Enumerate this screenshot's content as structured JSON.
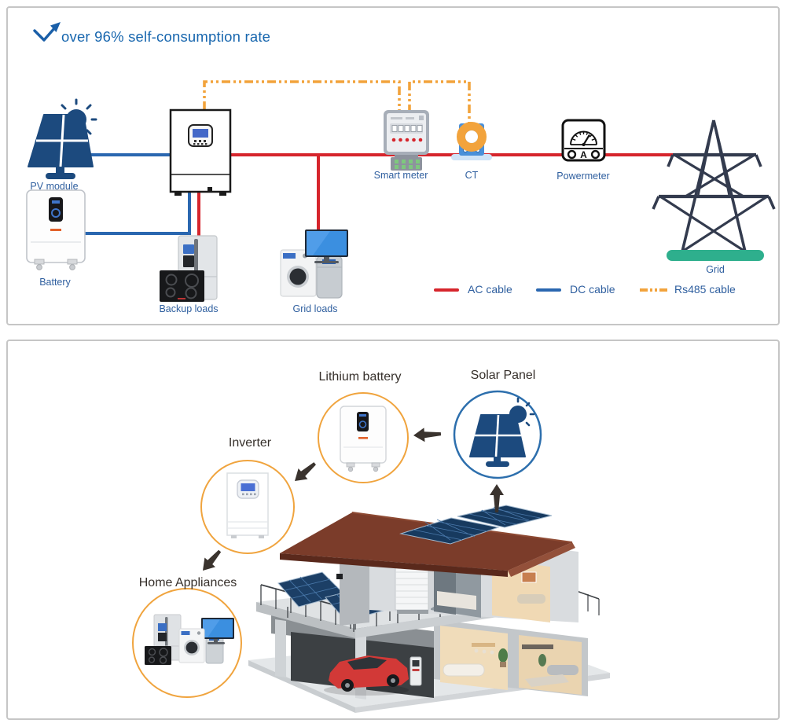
{
  "top_panel": {
    "title": "over 96% self-consumption rate",
    "labels": {
      "pv_module": "PV module",
      "battery": "Battery",
      "backup_loads": "Backup loads",
      "grid_loads": "Grid loads",
      "smart_meter": "Smart meter",
      "ct": "CT",
      "powermeter": "Powermeter",
      "grid": "Grid"
    },
    "legend": [
      {
        "label": "AC cable",
        "color": "#d6252c",
        "style": "solid"
      },
      {
        "label": "DC cable",
        "color": "#2a67b0",
        "style": "solid"
      },
      {
        "label": "Rs485 cable",
        "color": "#f2a33c",
        "style": "dash-dot"
      }
    ],
    "powermeter_glyph": "A"
  },
  "bottom_panel": {
    "labels": {
      "lithium_battery": "Lithium battery",
      "solar_panel": "Solar Panel",
      "inverter": "Inverter",
      "home_appliances": "Home Appliances"
    }
  },
  "colors": {
    "ac_cable": "#d6252c",
    "dc_cable": "#2a67b0",
    "rs485_cable": "#f2a33c",
    "title_text": "#1766ae",
    "top_label_text": "#2f5f9f",
    "bottom_label_text": "#36302b",
    "orange_circle": "#f0a43e",
    "blue_circle": "#2d6fad",
    "solar_icon_navy": "#1c4a7e",
    "grid_tower_navy": "#333b4e",
    "grid_base_green": "#2eaf8d",
    "roof_brown": "#7b3c2a",
    "panel_border": "#c6c6c6"
  }
}
